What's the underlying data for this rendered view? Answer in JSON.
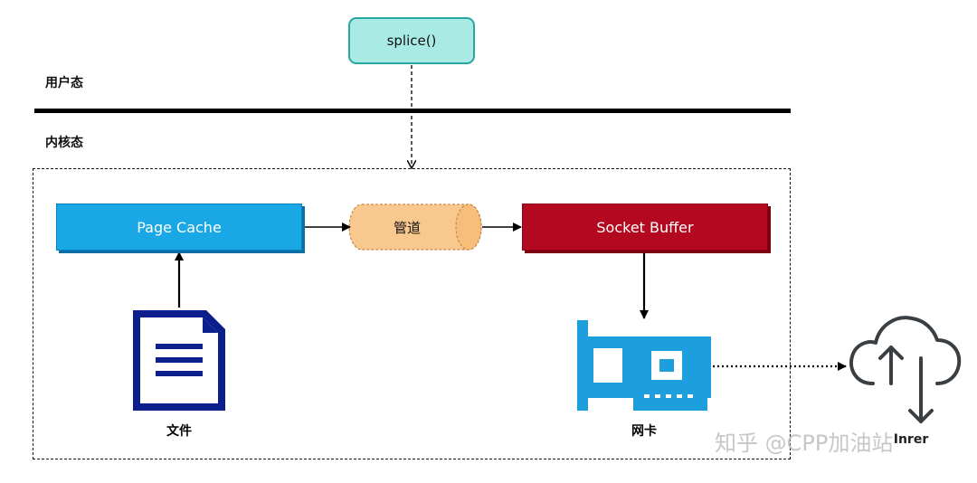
{
  "nodes": {
    "splice": "splice()",
    "page_cache": "Page Cache",
    "pipe": "管道",
    "socket_buffer": "Socket Buffer",
    "file": "文件",
    "nic": "网卡",
    "internet": "Inrer"
  },
  "zones": {
    "user_space": "用户态",
    "kernel_space": "内核态"
  },
  "watermark": "知乎 @CPP加油站",
  "colors": {
    "splice_fill": "#a9ebe4",
    "page_cache": "#1aa7e5",
    "socket_buffer": "#b3081f",
    "pipe": "#f9c88f",
    "file_icon": "#0c1f8c",
    "nic_icon": "#1c9fdc"
  },
  "icons": [
    "document-icon",
    "network-card-icon",
    "cloud-upload-download-icon"
  ]
}
